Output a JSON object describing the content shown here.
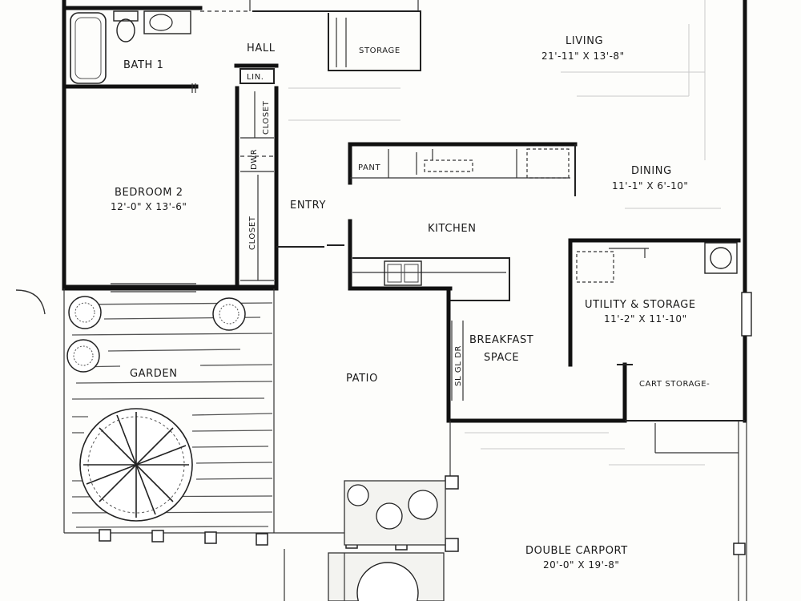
{
  "rooms": {
    "bath1": {
      "name": "BATH 1"
    },
    "hall": {
      "name": "HALL"
    },
    "storage_top": {
      "name": "STORAGE"
    },
    "lin": {
      "name": "LIN."
    },
    "closet_upper": {
      "name": "CLOSET"
    },
    "dwr": {
      "name": "DWR"
    },
    "closet_lower": {
      "name": "CLOSET"
    },
    "living": {
      "name": "LIVING",
      "dims": "21'-11\" X 13'-8\""
    },
    "bedroom2": {
      "name": "BEDROOM 2",
      "dims": "12'-0\" X 13'-6\""
    },
    "entry": {
      "name": "ENTRY"
    },
    "pant": {
      "name": "PANT"
    },
    "kitchen": {
      "name": "KITCHEN"
    },
    "dining": {
      "name": "DINING",
      "dims": "11'-1\" X 6'-10\""
    },
    "utility": {
      "name": "UTILITY & STORAGE",
      "dims": "11'-2\" X 11'-10\""
    },
    "garden": {
      "name": "GARDEN"
    },
    "patio": {
      "name": "PATIO"
    },
    "breakfast": {
      "name": "BREAKFAST",
      "name2": "SPACE"
    },
    "sliding_door": {
      "name": "SL GL DR"
    },
    "cart_storage": {
      "name": "CART STORAGE-"
    },
    "carport": {
      "name": "DOUBLE CARPORT",
      "dims": "20'-0\" X 19'-8\""
    }
  }
}
